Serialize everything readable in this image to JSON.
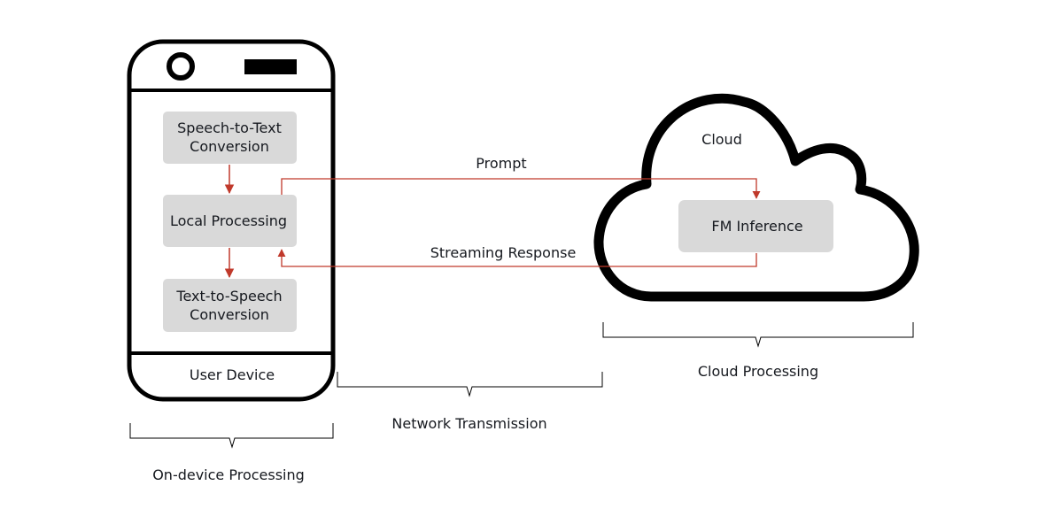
{
  "device": {
    "steps": [
      {
        "lines": [
          "Speech-to-Text",
          "Conversion"
        ]
      },
      {
        "lines": [
          "Local Processing"
        ]
      },
      {
        "lines": [
          "Text-to-Speech",
          "Conversion"
        ]
      }
    ],
    "label": "User Device"
  },
  "cloud": {
    "label": "Cloud",
    "inference_label": "FM Inference"
  },
  "flows": {
    "prompt": "Prompt",
    "response": "Streaming Response"
  },
  "stages": {
    "on_device": "On-device Processing",
    "network": "Network Transmission",
    "cloud": "Cloud Processing"
  },
  "colors": {
    "arrow": "#c0392b",
    "box_fill": "#d9d9d9",
    "outline": "#000000"
  }
}
